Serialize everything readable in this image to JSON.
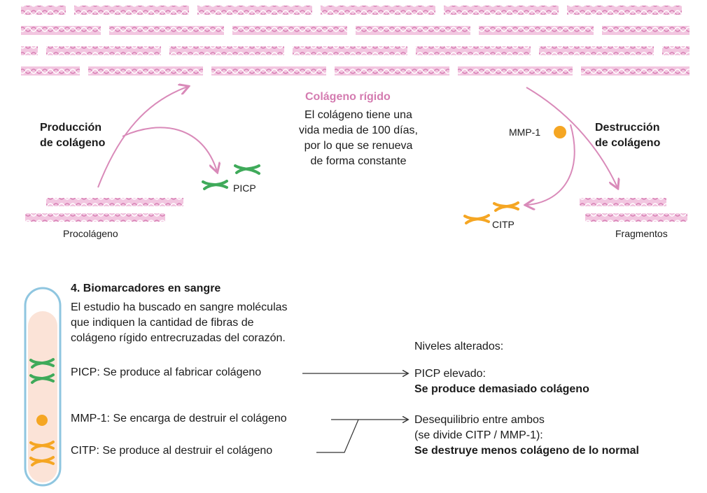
{
  "top": {
    "center_title": "Colágeno rígido",
    "center_lines": [
      "El colágeno tiene una",
      "vida media de 100 días,",
      "por lo que se renueva",
      "de forma constante"
    ],
    "production_lines": [
      "Producción",
      "de colágeno"
    ],
    "destruction_lines": [
      "Destrucción",
      "de colágeno"
    ],
    "procollagen_label": "Procolágeno",
    "picp_label": "PICP",
    "mmp1_label": "MMP-1",
    "citp_label": "CITP",
    "fragments_label": "Fragmentos"
  },
  "biomarkers": {
    "title": "4. Biomarcadores en sangre",
    "intro_lines": [
      "El estudio ha buscado en sangre moléculas",
      "que indiquen la cantidad de fibras de",
      "colágeno rígido entrecruzadas del corazón."
    ],
    "rows": [
      {
        "text": "PICP: Se produce al fabricar colágeno"
      },
      {
        "text": "MMP-1: Se encarga de destruir el colágeno"
      },
      {
        "text": "CITP: Se produce al destruir el colágeno"
      }
    ],
    "levels_title": "Niveles alterados:",
    "result1": {
      "line1": "PICP elevado:",
      "line2": "Se produce demasiado colágeno"
    },
    "result2": {
      "line1": "Desequilibrio entre ambos",
      "line2": "(se divide CITP / MMP-1):",
      "line3": "Se destruye menos colágeno de lo normal"
    }
  },
  "colors": {
    "collagen": "#e8a9cf",
    "arrow_pink": "#d98ab9",
    "green": "#3faa5a",
    "orange": "#f5a623",
    "tube_fill": "#fbe3d7",
    "tube_outline": "#8fc6e0"
  }
}
